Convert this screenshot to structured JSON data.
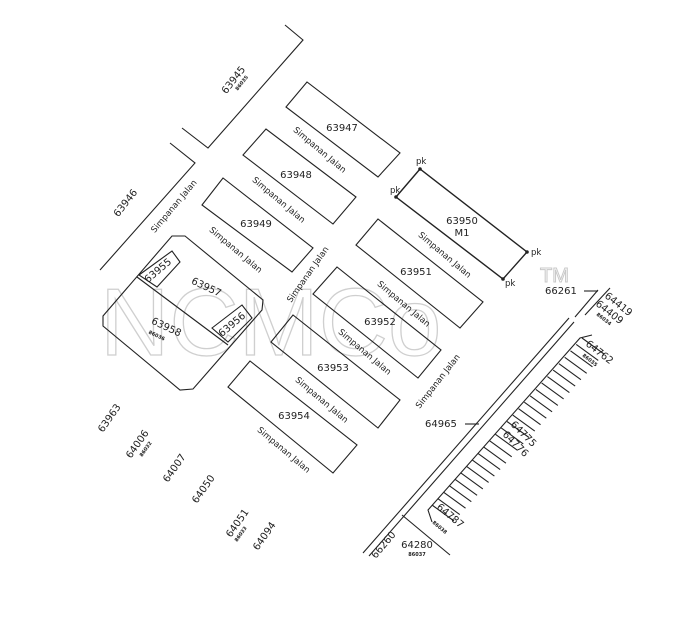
{
  "watermark": {
    "text": "NCMCo",
    "tm": "TM"
  },
  "lots": {
    "l63945": "63945",
    "l63945_sub": "86035",
    "l63946": "63946",
    "l63947": "63947",
    "l63948": "63948",
    "l63949": "63949",
    "l63950": "63950",
    "l63950_tag": "M1",
    "l63951": "63951",
    "l63952": "63952",
    "l63953": "63953",
    "l63954": "63954",
    "l63955": "63955",
    "l63956": "63956",
    "l63957": "63957",
    "l63958": "63958",
    "l63958_sub": "86036",
    "l63963": "63963",
    "l64006": "64006",
    "l64006_sub": "86032",
    "l64007": "64007",
    "l64050": "64050",
    "l64051": "64051",
    "l64051_sub": "86033",
    "l64094": "64094",
    "l64965": "64965",
    "l66261": "66261",
    "l64419": "64419",
    "l64409": "64409",
    "l64409_sub": "86034",
    "l64762": "64762",
    "l64762_sub": "86035",
    "l64775": "64775",
    "l64776": "64776",
    "l64787": "64787",
    "l64787_sub": "86038",
    "l64280": "64280",
    "l64280_sub": "86037",
    "l66260": "66260"
  },
  "markers": {
    "pk": "pk"
  },
  "road_label": "Simpanan Jalan",
  "roads": [
    "Simpanan Jalan",
    "Simpanan Jalan",
    "Simpanan Jalan",
    "Simpanan Jalan",
    "Simpanan Jalan",
    "Simpanan Jalan",
    "Simpanan Jalan",
    "Simpanan Jalan",
    "Simpanan Jalan",
    "Simpanan Jalan",
    "Simpanan Jalan"
  ]
}
